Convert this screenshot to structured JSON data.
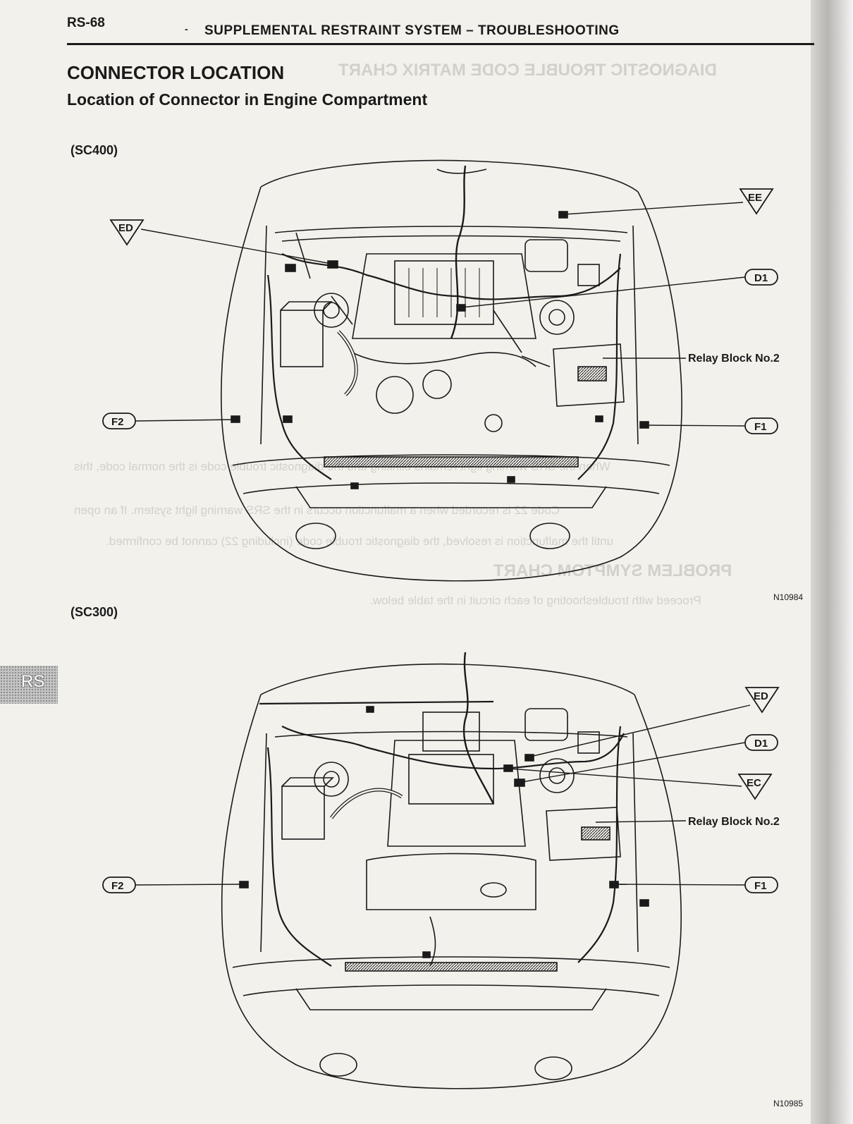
{
  "header": {
    "page_number": "RS-68",
    "running_head": "SUPPLEMENTAL RESTRAINT SYSTEM – TROUBLESHOOTING"
  },
  "section": {
    "title": "CONNECTOR LOCATION",
    "subtitle": "Location of Connector in Engine Compartment"
  },
  "figures": [
    {
      "model": "(SC400)",
      "code": "N10984",
      "callouts": {
        "ED": "ED",
        "EE": "EE",
        "D1": "D1",
        "relay": "Relay Block No.2",
        "F2": "F2",
        "F1": "F1"
      }
    },
    {
      "model": "(SC300)",
      "code": "N10985",
      "callouts": {
        "ED": "ED",
        "D1": "D1",
        "EC": "EC",
        "relay": "Relay Block No.2",
        "F2": "F2",
        "F1": "F1"
      }
    }
  ],
  "side_tab": {
    "label": "RS"
  },
  "bleed_through": [
    "DIAGNOSTIC TROUBLE CODE MATRIX CHART",
    "PROBLEM SYMPTOM CHART",
    "When the SRS warning light remains blinking and the diagnostic trouble code is the normal code, this",
    "Code 22 is recorded when a malfunction occurs in the SRS warning light system. If an open",
    "until the malfunction is resolved, the diagnostic trouble code (including 22) cannot be confirmed.",
    "Proceed with troubleshooting of each circuit in the table below."
  ],
  "colors": {
    "ink": "#1a1a1a",
    "paper": "#f3f1ec",
    "bleed": "#b9b6b0"
  }
}
